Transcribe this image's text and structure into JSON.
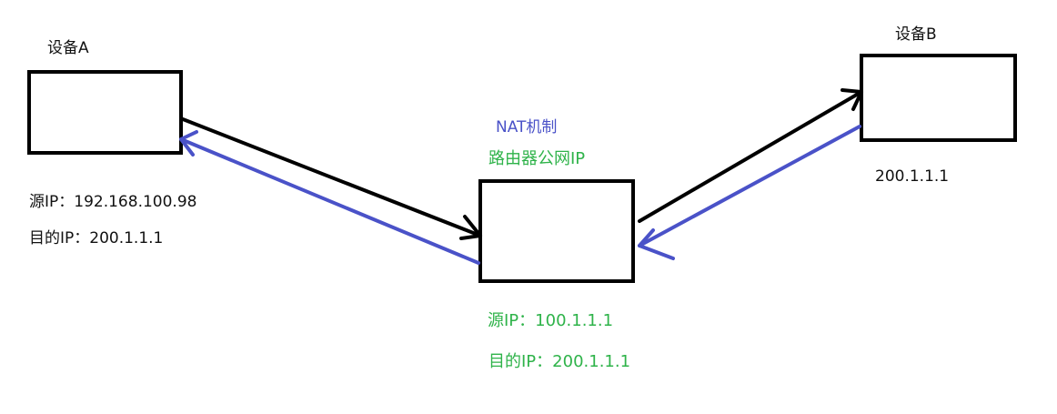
{
  "colors": {
    "black": "#000000",
    "blue": "#4a52c8",
    "green": "#2fb34a"
  },
  "device_a": {
    "title": "设备A",
    "src_ip": "源IP：192.168.100.98",
    "dst_ip": "目的IP：200.1.1.1"
  },
  "router": {
    "nat_label": "NAT机制",
    "public_ip_label": "路由器公网IP",
    "src_ip": "源IP：100.1.1.1",
    "dst_ip": "目的IP：200.1.1.1"
  },
  "device_b": {
    "title": "设备B",
    "ip": "200.1.1.1"
  }
}
